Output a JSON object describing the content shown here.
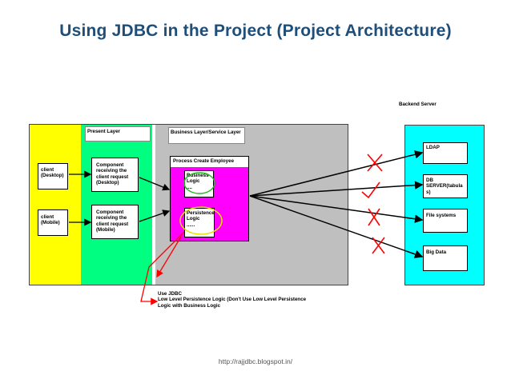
{
  "title": "Using JDBC in the Project (Project Architecture)",
  "footer": "http://rajjdbc.blogspot.in/",
  "backend": {
    "label": "Backend Server",
    "items": [
      "LDAP",
      "DB\nSERVER(tabula\ns)",
      "File systems",
      "Big Data"
    ]
  },
  "present_layer": {
    "label": "Present Layer"
  },
  "business_layer": {
    "label": "Business Layer/Service Layer"
  },
  "process": {
    "label": "Process Create Employee",
    "business_logic": "Business\nLogic\n....",
    "persistence_logic": "Persistence\nLogic\n......"
  },
  "clients": [
    "client\n(Desktop)",
    "client\n(Mobile)"
  ],
  "components": [
    "Component\nreceiving the\nclient request\n(Desktop)",
    "Component\nreceiving the\nclient request\n(Mobile)"
  ],
  "note": "Use JDBC\nLow Level Persistence Logic (Don't Use Low Level Persistence\nLogic with Business Logic",
  "colors": {
    "title": "#1f4e79",
    "outer_gray": "#bfbfbf",
    "client_yellow": "#ffff00",
    "present_green": "#00ff80",
    "process_magenta": "#ff00ff",
    "backend_cyan": "#00ffff",
    "annotation_red": "#ff0000",
    "circle_green": "#22bb22",
    "circle_yellow": "#e8e000"
  }
}
